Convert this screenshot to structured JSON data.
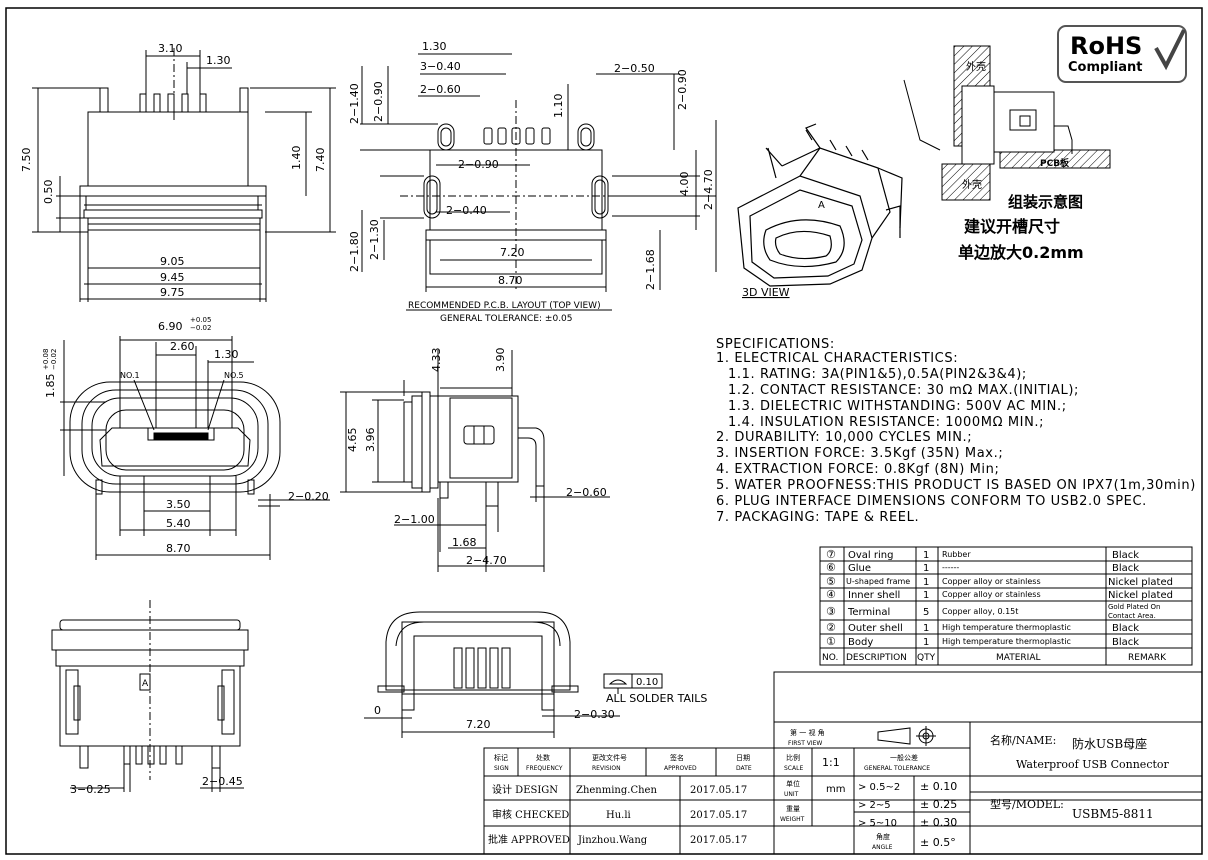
{
  "rohs": {
    "line1": "RoHS",
    "line2": "Compliant"
  },
  "front_view": {
    "dims": {
      "w310": "3.10",
      "w130": "1.30",
      "h750": "7.50",
      "h050": "0.50",
      "h140": "1.40",
      "h740": "7.40",
      "w905": "9.05",
      "w945": "9.45",
      "w975": "9.75"
    }
  },
  "pcb_layout": {
    "dims": {
      "d130": "1.30",
      "d040a": "3−0.40",
      "d060a": "2−0.60",
      "d050": "2−0.50",
      "d090r": "2−0.90",
      "d140": "2−1.40",
      "d090l": "2−0.90",
      "d110": "1.10",
      "d090c": "2−0.90",
      "d040b": "2−0.40",
      "d400": "4.00",
      "d470": "2−4.70",
      "d180": "2−1.80",
      "d130l": "2−1.30",
      "d720": "7.20",
      "d870": "8.70",
      "d168": "2−1.68"
    },
    "caption": "RECOMMENDED P.C.B. LAYOUT (TOP VIEW)",
    "tolerance": "GENERAL TOLERANCE: ±0.05"
  },
  "view3d_label": "3D VIEW",
  "assembly": {
    "shell_top": "外壳",
    "shell_bottom": "外壳",
    "pcb": "PCB板",
    "title": "组装示意图",
    "note1": "建议开槽尺寸",
    "note2": "单边放大0.2mm"
  },
  "plug_view": {
    "dims": {
      "w690": "6.90",
      "tol_up": "+0.05",
      "tol_dn": "−0.02",
      "w260": "2.60",
      "w130": "1.30",
      "h185": "1.85",
      "h185_up": "+0.08",
      "h185_dn": "−0.02",
      "no1": "NO.1",
      "no5": "NO.5",
      "w350": "3.50",
      "w540": "5.40",
      "w870": "8.70",
      "d020": "2−0.20"
    }
  },
  "side_view": {
    "dims": {
      "h433": "4.33",
      "h390": "3.90",
      "h465": "4.65",
      "h396": "3.96",
      "d060": "2−0.60",
      "d100": "2−1.00",
      "w168": "1.68",
      "d470": "2−4.70"
    }
  },
  "top_view": {
    "dims": {
      "w720": "7.20",
      "d030": "2−0.30",
      "zero": "0",
      "flat": "0.10",
      "solder": "ALL SOLDER TAILS"
    }
  },
  "bottom_view": {
    "dims": {
      "d025": "3−0.25",
      "d045": "2−0.45"
    }
  },
  "specifications": {
    "title": "SPECIFICATIONS:",
    "lines": [
      "1. ELECTRICAL CHARACTERISTICS:",
      "1.1. RATING: 3A(PIN1&5),0.5A(PIN2&3&4);",
      "1.2. CONTACT RESISTANCE: 30 mΩ MAX.(INITIAL);",
      "1.3. DIELECTRIC WITHSTANDING: 500V AC MIN.;",
      "1.4. INSULATION RESISTANCE: 1000MΩ MIN.;",
      "2. DURABILITY: 10,000 CYCLES MIN.;",
      "3. INSERTION FORCE: 3.5Kgf (35N) Max.;",
      "4. EXTRACTION FORCE: 0.8Kgf (8N) Min;",
      "5. WATER PROOFNESS:THIS PRODUCT IS BASED ON IPX7(1m,30min)",
      "6. PLUG INTERFACE DIMENSIONS CONFORM TO USB2.0 SPEC.",
      "7. PACKAGING: TAPE & REEL."
    ]
  },
  "bom": {
    "rows": [
      {
        "no": "⑦",
        "desc": "Oval ring",
        "qty": "1",
        "material": "Rubber",
        "remark": "Black"
      },
      {
        "no": "⑥",
        "desc": "Glue",
        "qty": "1",
        "material": "------",
        "remark": "Black"
      },
      {
        "no": "⑤",
        "desc": "U-shaped frame",
        "qty": "1",
        "material": "Copper alloy or stainless",
        "remark": "Nickel plated"
      },
      {
        "no": "④",
        "desc": "Inner shell",
        "qty": "1",
        "material": "Copper alloy or stainless",
        "remark": "Nickel plated"
      },
      {
        "no": "③",
        "desc": "Terminal",
        "qty": "5",
        "material": "Copper alloy, 0.15t",
        "remark": "Gold Plated On",
        "remark2": "Contact Area."
      },
      {
        "no": "②",
        "desc": "Outer shell",
        "qty": "1",
        "material": "High temperature thermoplastic",
        "remark": "Black"
      },
      {
        "no": "①",
        "desc": "Body",
        "qty": "1",
        "material": "High temperature thermoplastic",
        "remark": "Black"
      }
    ],
    "header": {
      "no": "NO.",
      "desc": "DESCRIPTION",
      "qty": "QTY",
      "material": "MATERIAL",
      "remark": "REMARK"
    }
  },
  "title_block": {
    "col_headers": [
      {
        "cn": "标记",
        "en": "SIGN"
      },
      {
        "cn": "处数",
        "en": "FREQUENCY"
      },
      {
        "cn": "更改文件号",
        "en": "REVISION"
      },
      {
        "cn": "签名",
        "en": "APPROVED"
      },
      {
        "cn": "日期",
        "en": "DATE"
      }
    ],
    "rows": [
      {
        "role": "设计 DESIGN",
        "name": "Zhenming.Chen",
        "date": "2017.05.17"
      },
      {
        "role": "审核 CHECKED",
        "name": "Hu.li",
        "date": "2017.05.17"
      },
      {
        "role": "批准 APPROVED",
        "name": "Jinzhou.Wang",
        "date": "2017.05.17"
      }
    ],
    "projection_cn": "第 一 视 角",
    "projection_en": "FIRST VIEW",
    "scale_cn": "比例",
    "scale_en": "SCALE",
    "scale": "1:1",
    "tol_cn": "一般公差",
    "tol_en": "GENERAL TOLERANCE",
    "unit_cn": "单位",
    "unit_en": "UNIT",
    "unit": "mm",
    "weight_cn": "重量",
    "weight_en": "WEIGHT",
    "angle_cn": "角度",
    "angle_en": "ANGLE",
    "tolerances": [
      {
        "range": "> 0.5~2",
        "value": "± 0.10"
      },
      {
        "range": "> 2~5",
        "value": "± 0.25"
      },
      {
        "range": "> 5~10",
        "value": "± 0.30"
      },
      {
        "range": "",
        "value": "± 0.5°"
      }
    ],
    "name_label": "名称/NAME:",
    "name_cn": "防水USB母座",
    "name_en": "Waterproof USB Connector",
    "model_label": "型号/MODEL:",
    "model": "USBM5-8811"
  }
}
